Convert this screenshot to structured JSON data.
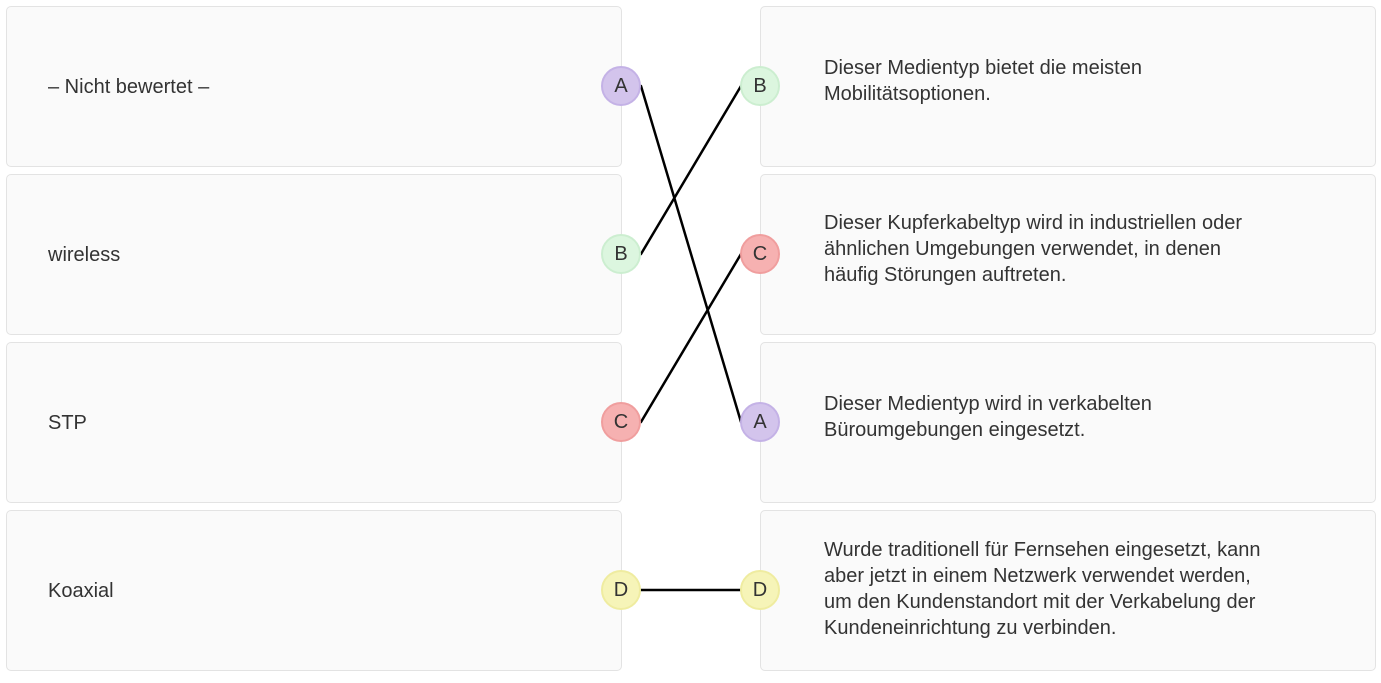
{
  "left_items": [
    {
      "label": "– Nicht bewertet –",
      "marker": "A",
      "marker_color": "#d3c4ec"
    },
    {
      "label": "wireless",
      "marker": "B",
      "marker_color": "#dcf6df"
    },
    {
      "label": "STP",
      "marker": "C",
      "marker_color": "#f6b1b1"
    },
    {
      "label": "Koaxial",
      "marker": "D",
      "marker_color": "#f6f4b8"
    }
  ],
  "right_items": [
    {
      "marker": "B",
      "marker_color": "#dcf6df",
      "lines": [
        "Dieser Medientyp bietet die meisten",
        "Mobilitätsoptionen."
      ]
    },
    {
      "marker": "C",
      "marker_color": "#f6b1b1",
      "lines": [
        "Dieser Kupferkabeltyp wird in industriellen oder",
        "ähnlichen Umgebungen verwendet, in denen",
        "häufig Störungen auftreten."
      ]
    },
    {
      "marker": "A",
      "marker_color": "#d3c4ec",
      "lines": [
        "Dieser Medientyp wird in verkabelten",
        "Büroumgebungen eingesetzt."
      ]
    },
    {
      "marker": "D",
      "marker_color": "#f6f4b8",
      "lines": [
        "Wurde traditionell für Fernsehen eingesetzt, kann",
        "aber jetzt in einem Netzwerk verwendet werden,",
        "um den Kundenstandort mit der Verkabelung der",
        "Kundeneinrichtung zu verbinden."
      ]
    }
  ],
  "connections": [
    {
      "from": "A",
      "to": "A"
    },
    {
      "from": "B",
      "to": "B"
    },
    {
      "from": "C",
      "to": "C"
    },
    {
      "from": "D",
      "to": "D"
    }
  ]
}
